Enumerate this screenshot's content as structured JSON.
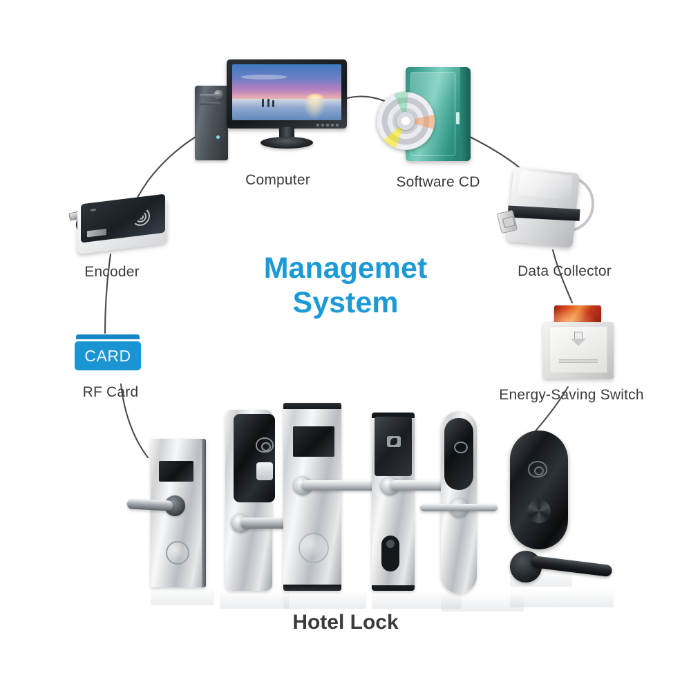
{
  "diagram": {
    "title_line1": "Managemet",
    "title_line2": "System",
    "title_color": "#1c9ad6",
    "background": "#ffffff",
    "bottom_label": "Hotel Lock",
    "label_color": "#3b3b3b",
    "connector_color": "#4a4a4a"
  },
  "nodes": [
    {
      "id": "computer",
      "label": "Computer",
      "icon": "desktop-computer-icon"
    },
    {
      "id": "software-cd",
      "label": "Software CD",
      "icon": "cd-case-icon"
    },
    {
      "id": "data-collector",
      "label": "Data Collector",
      "icon": "data-collector-icon"
    },
    {
      "id": "energy-switch",
      "label": "Energy-Saving Switch",
      "icon": "card-energy-switch-icon"
    },
    {
      "id": "encoder",
      "label": "Encoder",
      "icon": "rfid-encoder-icon"
    },
    {
      "id": "rf-card",
      "label": "RF Card",
      "icon": "rf-card-icon"
    }
  ],
  "rf_card": {
    "face_text": "CARD",
    "face_color": "#1b95d2",
    "strip_color": "#1587c4",
    "text_color": "#eaf6fd"
  },
  "hotel_locks": {
    "count": 7,
    "items": [
      {
        "name": "escutcheon-lock-black-reader"
      },
      {
        "name": "escutcheon-lock-glossy-rfid"
      },
      {
        "name": "escutcheon-lock-wide-reader"
      },
      {
        "name": "escutcheon-lock-slim-reader"
      },
      {
        "name": "escutcheon-lock-rounded-silver"
      },
      {
        "name": "rounded-black-rfid-lock"
      },
      {
        "name": "black-door-lever-handle"
      }
    ]
  }
}
